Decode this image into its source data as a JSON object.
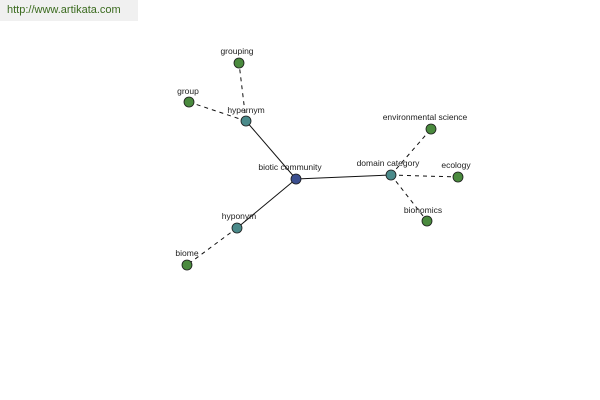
{
  "source_url": "http://www.artikata.com",
  "colors": {
    "center_node": "#3b4f8f",
    "relation_node": "#4a8a8a",
    "leaf_node": "#4a8a3e",
    "url_text": "#3a6a1e"
  },
  "nodes": [
    {
      "id": "center",
      "label": "biotic community",
      "kind": "center"
    },
    {
      "id": "hypernym",
      "label": "hypernym",
      "kind": "relation"
    },
    {
      "id": "hyponym",
      "label": "hyponym",
      "kind": "relation"
    },
    {
      "id": "domain",
      "label": "domain category",
      "kind": "relation"
    },
    {
      "id": "grouping",
      "label": "grouping",
      "kind": "leaf"
    },
    {
      "id": "group",
      "label": "group",
      "kind": "leaf"
    },
    {
      "id": "biome",
      "label": "biome",
      "kind": "leaf"
    },
    {
      "id": "envsci",
      "label": "environmental science",
      "kind": "leaf"
    },
    {
      "id": "ecology",
      "label": "ecology",
      "kind": "leaf"
    },
    {
      "id": "bionomics",
      "label": "bionomics",
      "kind": "leaf"
    }
  ],
  "edges": [
    {
      "from": "center",
      "to": "hypernym",
      "style": "solid"
    },
    {
      "from": "center",
      "to": "hyponym",
      "style": "solid"
    },
    {
      "from": "center",
      "to": "domain",
      "style": "solid"
    },
    {
      "from": "hypernym",
      "to": "grouping",
      "style": "dashed"
    },
    {
      "from": "hypernym",
      "to": "group",
      "style": "dashed"
    },
    {
      "from": "hyponym",
      "to": "biome",
      "style": "dashed"
    },
    {
      "from": "domain",
      "to": "envsci",
      "style": "dashed"
    },
    {
      "from": "domain",
      "to": "ecology",
      "style": "dashed"
    },
    {
      "from": "domain",
      "to": "bionomics",
      "style": "dashed"
    }
  ]
}
